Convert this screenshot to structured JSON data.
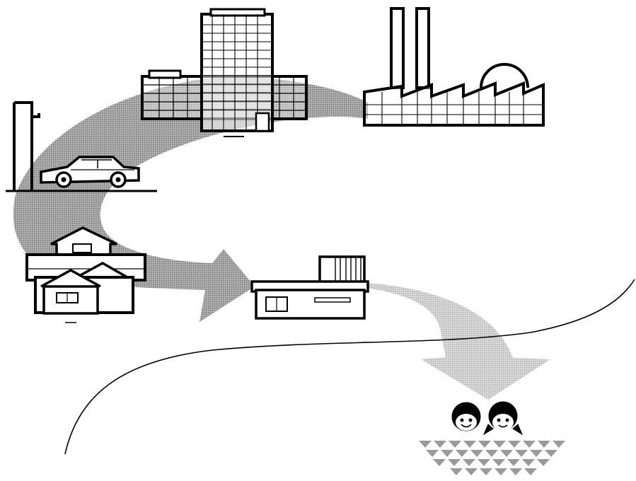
{
  "diagram": {
    "stages": [
      {
        "id": "office-building",
        "icon": "office-building-icon"
      },
      {
        "id": "factory",
        "icon": "factory-icon"
      },
      {
        "id": "car-with-chimney",
        "icon": "car-icon"
      },
      {
        "id": "houses",
        "icon": "houses-icon"
      },
      {
        "id": "shop",
        "icon": "shop-icon"
      },
      {
        "id": "children",
        "icon": "children-icon"
      }
    ],
    "colors": {
      "ink": "#000000",
      "paper": "#ffffff",
      "flow_dark": "#8c8c8c",
      "flow_light": "#c4c4c4",
      "triangles": "#9a9a9a"
    }
  }
}
